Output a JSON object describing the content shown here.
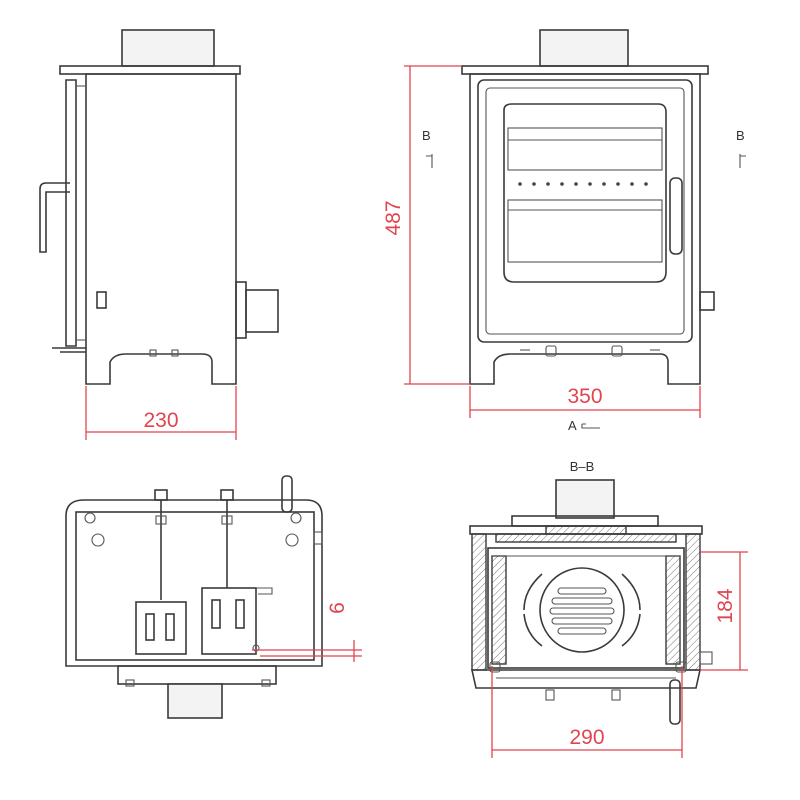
{
  "dimensions": {
    "side_depth": "230",
    "front_height": "487",
    "front_width": "350",
    "top_gap": "6",
    "section_height": "184",
    "section_width": "290"
  },
  "labels": {
    "section_marker": "B",
    "view_marker": "A",
    "section_title": "B–B"
  },
  "colors": {
    "dimension": "#e0454f",
    "outline": "#3a3a3a"
  }
}
